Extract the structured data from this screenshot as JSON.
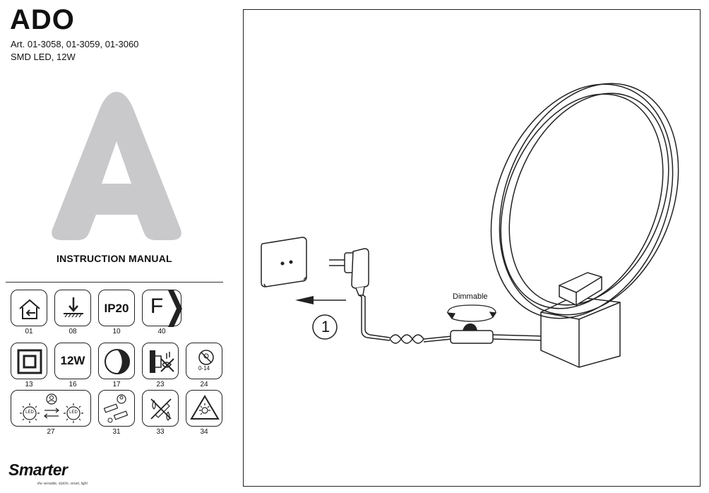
{
  "product": {
    "name": "ADO",
    "articles": "Art. 01-3058, 01-3059, 01-3060",
    "spec": "SMD LED, 12W",
    "manual_letter": "A",
    "manual_title": "INSTRUCTION MANUAL"
  },
  "icons": [
    {
      "label": "01",
      "name": "indoor-use-icon"
    },
    {
      "label": "08",
      "name": "surface-mount-icon"
    },
    {
      "label": "10",
      "name": "ip20-icon",
      "text": "IP20"
    },
    {
      "label": "40",
      "name": "energy-class-icon",
      "text": "F"
    },
    {
      "label": "13",
      "name": "class-ii-insulation-icon"
    },
    {
      "label": "16",
      "name": "wattage-icon",
      "text": "12W"
    },
    {
      "label": "17",
      "name": "dimmable-icon"
    },
    {
      "label": "23",
      "name": "no-wet-wall-icon"
    },
    {
      "label": "24",
      "name": "not-for-children-icon",
      "text": "0-14"
    },
    {
      "label": "27",
      "name": "led-replacement-icon"
    },
    {
      "label": "31",
      "name": "battery-replacement-icon"
    },
    {
      "label": "33",
      "name": "no-water-cleaning-icon"
    },
    {
      "label": "34",
      "name": "caution-icon"
    }
  ],
  "icon_text": {
    "led": "LED"
  },
  "brand": {
    "name": "Smarter",
    "tagline": "the versatile, stylish, smart, light"
  },
  "diagram": {
    "dimmable_label": "Dimmable",
    "step_number": "1"
  },
  "colors": {
    "letter_gray": "#c9c9cc",
    "line": "#222222"
  }
}
